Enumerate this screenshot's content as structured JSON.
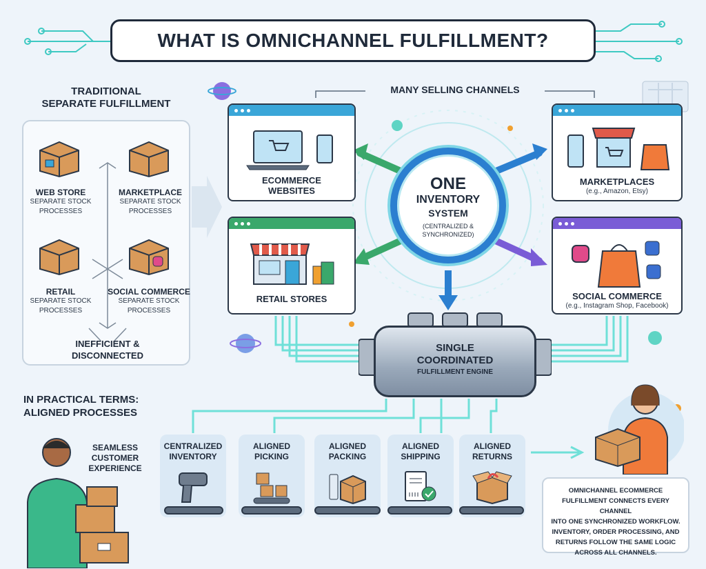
{
  "title": "WHAT IS OMNICHANNEL FULFILLMENT?",
  "traditional": {
    "heading_line1": "TRADITIONAL",
    "heading_line2": "SEPARATE FULFILLMENT",
    "items": [
      {
        "name": "WEB STORE",
        "line1": "SEPARATE STOCK",
        "line2": "PROCESSES"
      },
      {
        "name": "MARKETPLACE",
        "line1": "SEPARATE STOCK",
        "line2": "PROCESSES"
      },
      {
        "name": "RETAIL",
        "line1": "SEPARATE STOCK",
        "line2": "PROCESSES"
      },
      {
        "name": "SOCIAL COMMERCE",
        "line1": "SEPARATE STOCK",
        "line2": "PROCESSES"
      }
    ],
    "footer_line1": "INEFFICIENT &",
    "footer_line2": "DISCONNECTED"
  },
  "channels": {
    "heading": "MANY SELLING CHANNELS",
    "ecommerce": {
      "line1": "ECOMMERCE",
      "line2": "WEBSITES"
    },
    "retail": {
      "line1": "RETAIL STORES"
    },
    "marketplaces": {
      "line1": "MARKETPLACES",
      "sub": "(e.g., Amazon, Etsy)"
    },
    "social": {
      "line1": "SOCIAL COMMERCE",
      "sub": "(e.g., Instagram Shop, Facebook)"
    }
  },
  "hub": {
    "line1": "ONE",
    "line2": "INVENTORY",
    "line3": "SYSTEM",
    "sub1": "(CENTRALIZED &",
    "sub2": "SYNCHRONIZED)"
  },
  "engine": {
    "line1": "SINGLE",
    "line2": "COORDINATED",
    "line3": "FULFILLMENT ENGINE"
  },
  "practical": {
    "line1": "IN PRACTICAL TERMS:",
    "line2": "ALIGNED PROCESSES"
  },
  "customer": {
    "line1": "SEAMLESS",
    "line2": "CUSTOMER",
    "line3": "EXPERIENCE"
  },
  "steps": [
    {
      "line1": "CENTRALIZED",
      "line2": "INVENTORY",
      "icon": "scanner-icon"
    },
    {
      "line1": "ALIGNED",
      "line2": "PICKING",
      "icon": "conveyor-boxes-icon"
    },
    {
      "line1": "ALIGNED",
      "line2": "PACKING",
      "icon": "packing-box-icon"
    },
    {
      "line1": "ALIGNED",
      "line2": "SHIPPING",
      "icon": "shipping-label-icon"
    },
    {
      "line1": "ALIGNED",
      "line2": "RETURNS",
      "icon": "return-box-icon"
    }
  ],
  "summary": {
    "l1": "OMNICHANNEL ECOMMERCE",
    "l2": "FULFILLMENT CONNECTS EVERY CHANNEL",
    "l3": "INTO ONE SYNCHRONIZED WORKFLOW.",
    "l4": "INVENTORY, ORDER PROCESSING, AND",
    "l5": "RETURNS FOLLOW THE SAME LOGIC",
    "l6": "ACROSS ALL CHANNELS."
  },
  "colors": {
    "teal": "#3ec9c2",
    "blue": "#2b7fd0",
    "green": "#3aa86b",
    "purple": "#7a5cd6",
    "box": "#d99a5a"
  }
}
